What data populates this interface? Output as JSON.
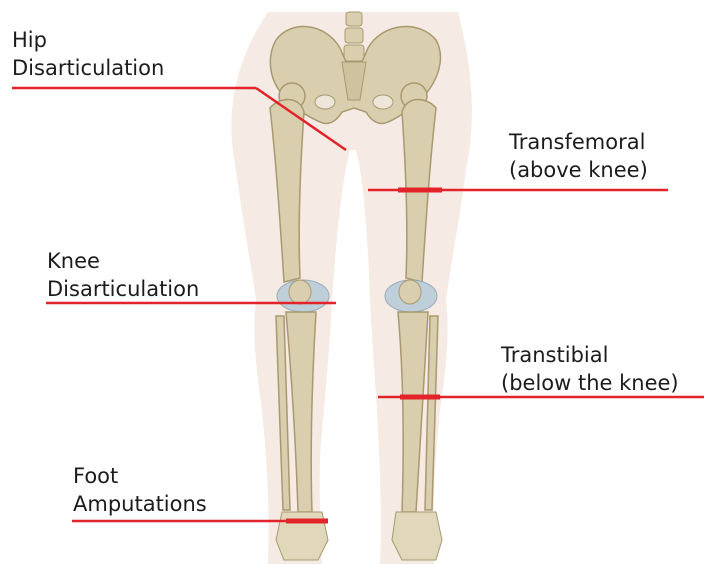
{
  "diagram": {
    "colors": {
      "cut_line": "#e3232a",
      "bone": "#d9cfae",
      "bone_edge": "#a8996f",
      "cartilage": "#b9cdd8",
      "skin": "#f3e6df"
    },
    "labels": {
      "hip": {
        "line1": "Hip",
        "line2": "Disarticulation"
      },
      "transfemoral": {
        "line1": "Transfemoral",
        "line2": "(above knee)"
      },
      "knee": {
        "line1": "Knee",
        "line2": "Disarticulation"
      },
      "transtibial": {
        "line1": "Transtibial",
        "line2": "(below the knee)"
      },
      "foot": {
        "line1": "Foot",
        "line2": "Amputations"
      }
    }
  }
}
